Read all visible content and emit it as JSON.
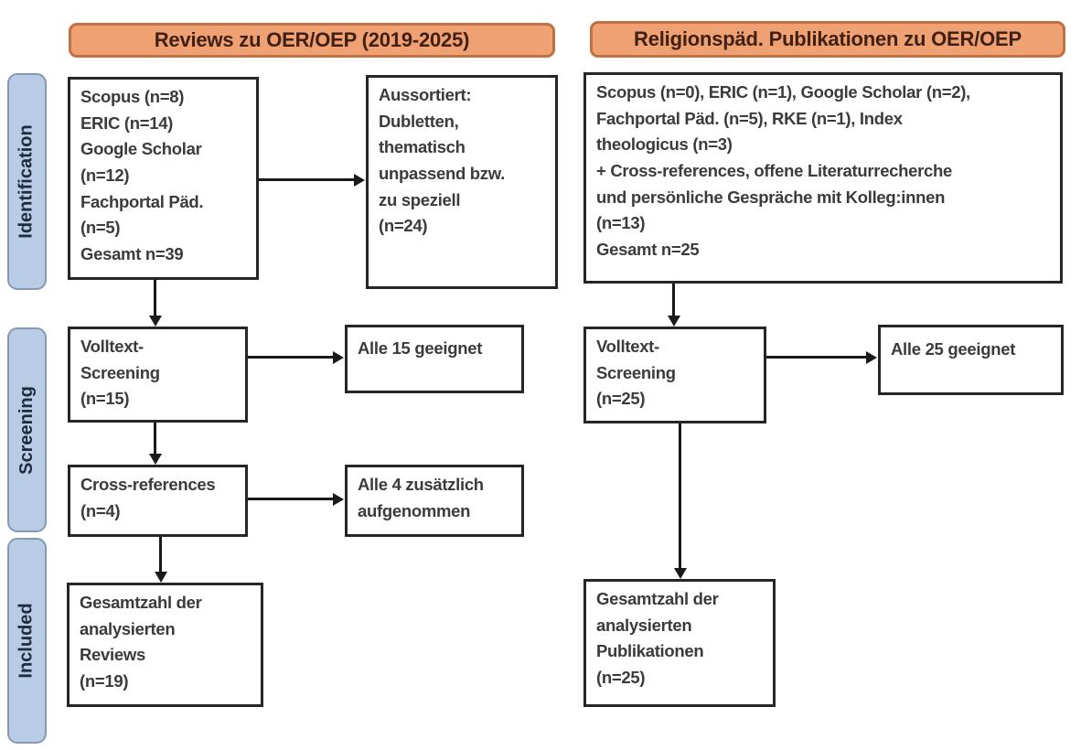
{
  "colors": {
    "header_fill": "#F0A173",
    "header_border": "#C1703F",
    "header_text": "#3F2012",
    "stage_fill": "#B9CCE5",
    "stage_border": "#8399B5",
    "stage_text": "#1E2B3C",
    "box_border": "#262626",
    "box_text": "#3B3B3B",
    "arrow_color": "#1A1A1A"
  },
  "headers": {
    "left_column": "Reviews zu OER/OEP (2019-2025)",
    "right_column": "Religionspäd. Publikationen zu OER/OEP"
  },
  "stages": {
    "identification": "Identification",
    "screening": "Screening",
    "included": "Included"
  },
  "left": {
    "sources": "Scopus (n=8)\nERIC (n=14)\nGoogle Scholar\n(n=12)\nFachportal Päd.\n(n=5)\nGesamt n=39",
    "excluded": "Aussortiert:\nDubletten,\nthematisch\nunpassend bzw.\nzu speziell\n(n=24)",
    "fulltext_screening": "Volltext-\nScreening\n(n=15)",
    "fulltext_result": "Alle 15 geeignet",
    "cross_references": "Cross-references\n(n=4)",
    "cross_references_result": "Alle 4 zusätzlich\naufgenommen",
    "included_total": "Gesamtzahl der\nanalysierten\nReviews\n(n=19)"
  },
  "right": {
    "sources": "Scopus (n=0), ERIC (n=1), Google Scholar (n=2),\nFachportal Päd. (n=5), RKE (n=1), Index\ntheologicus (n=3)\n+ Cross-references, offene Literaturrecherche\nund persönliche Gespräche mit Kolleg:innen\n(n=13)\nGesamt n=25",
    "fulltext_screening": "Volltext-\nScreening\n(n=25)",
    "fulltext_result": "Alle 25 geeignet",
    "included_total": "Gesamtzahl der\nanalysierten\nPublikationen\n(n=25)"
  }
}
